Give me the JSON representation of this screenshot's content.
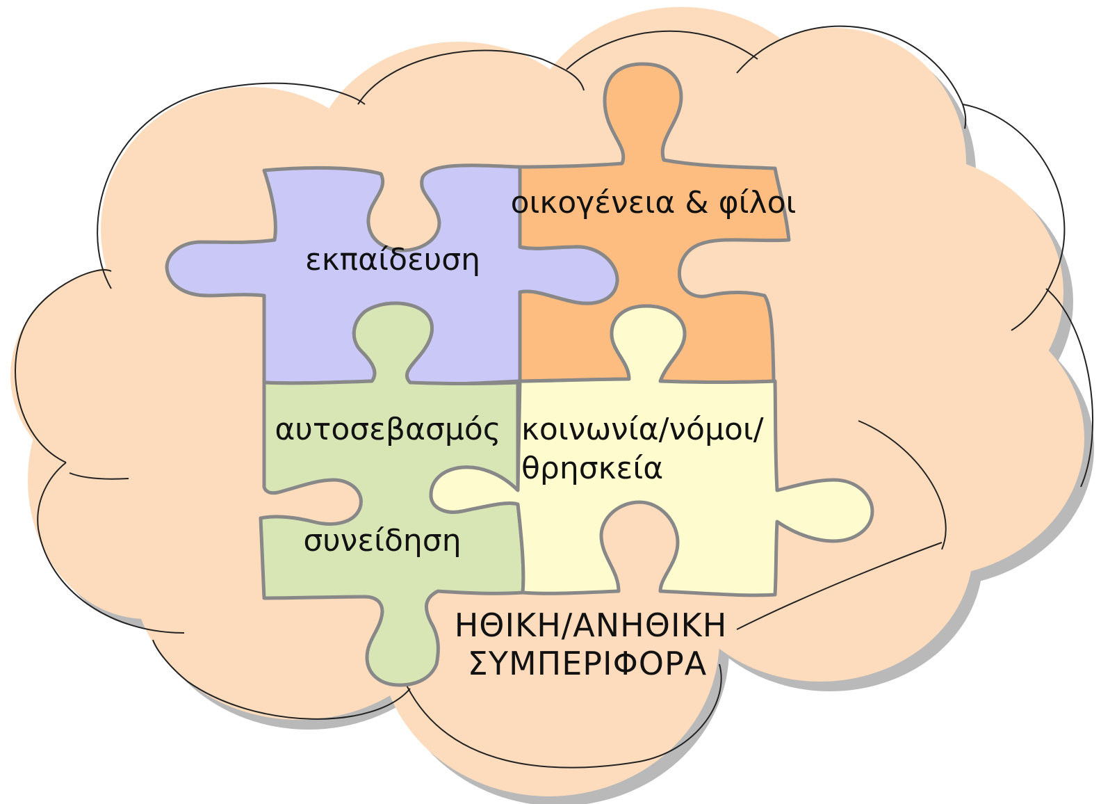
{
  "colors": {
    "background": "#ffffff",
    "cloud_fill": "#fddcbd",
    "cloud_shadow": "#b9b9b9",
    "cloud_outline": "#222222",
    "piece_outline": "#888888",
    "education": "#c9c8f7",
    "family_friends": "#fdbd80",
    "self_respect": "#d8e6b6",
    "society": "#fefccf"
  },
  "pieces": {
    "education": {
      "label": "εκπαίδευση"
    },
    "family_friends": {
      "label": "οικογένεια & φίλοι"
    },
    "self_respect": {
      "label": "αυτοσεβασμός"
    },
    "conscience": {
      "label": "συνείδηση"
    },
    "society": {
      "line1": "κοινωνία/νόμοι/",
      "line2": "θρησκεία"
    }
  },
  "outcome": {
    "line1": "ΗΘΙΚΗ/ΑΝΗΘΙΚΗ",
    "line2": "ΣΥΜΠΕΡΙΦΟΡΑ"
  }
}
